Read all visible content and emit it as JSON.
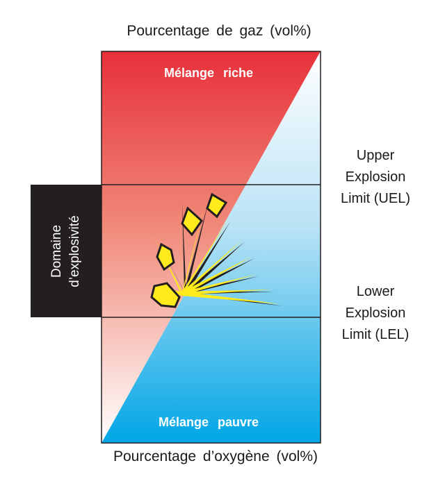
{
  "top_label": "Pourcentage  de gaz (vol%)",
  "bottom_label": "Pourcentage  d’oxygène (vol%)",
  "rich_mixture": "Mélange  riche",
  "poor_mixture": "Mélange  pauvre",
  "upper_limit": {
    "line1": "Upper",
    "line2": "Explosion",
    "line3": "Limit (UEL)"
  },
  "lower_limit": {
    "line1": "Lower",
    "line2": "Explosion",
    "line3": "Limit (LEL)"
  },
  "explosive_range": {
    "line1": "Domaine",
    "line2": "d’explosivité"
  },
  "colors": {
    "gas_gradient_top": "#e8303a",
    "gas_gradient_bottom": "#ffffff",
    "oxygen_gradient_top": "#ffffff",
    "oxygen_gradient_bottom": "#00a6e6",
    "explosion_symbol": "#ffeb1b",
    "domain_box": "#231f20"
  },
  "icons": {
    "explosion": "explosion-icon"
  }
}
